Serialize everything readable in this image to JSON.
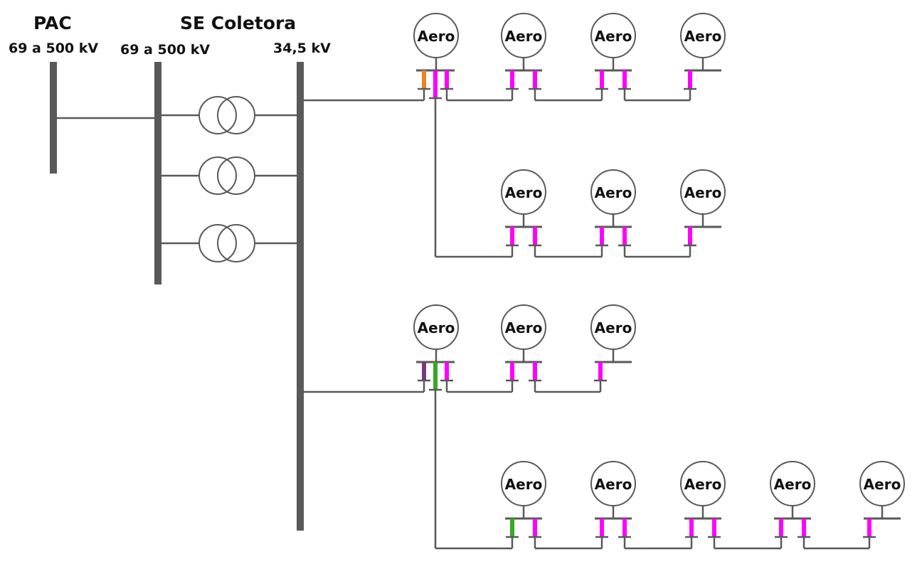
{
  "labels": {
    "pac_title": "PAC",
    "pac_voltage": "69 a 500 kV",
    "se_title": "SE Coletora",
    "se_hv_voltage": "69 a 500 kV",
    "se_mv_voltage": "34,5 kV"
  },
  "colors": {
    "line": "#595959",
    "magenta": "#ff00ff",
    "orange": "#f08020",
    "green": "#33aa22",
    "purple": "#7a3a7a"
  },
  "transformers": 3,
  "feeders": [
    {
      "turbines": [
        {
          "label": "Aero",
          "kind": "hub",
          "switches": [
            "orange",
            "magenta",
            "magenta"
          ]
        },
        {
          "label": "Aero",
          "kind": "mid",
          "switches": [
            "magenta",
            "magenta"
          ]
        },
        {
          "label": "Aero",
          "kind": "mid",
          "switches": [
            "magenta",
            "magenta"
          ]
        },
        {
          "label": "Aero",
          "kind": "end",
          "switches": [
            "magenta"
          ]
        }
      ]
    },
    {
      "turbines": [
        {
          "label": "Aero",
          "kind": "mid",
          "switches": [
            "magenta",
            "magenta"
          ]
        },
        {
          "label": "Aero",
          "kind": "mid",
          "switches": [
            "magenta",
            "magenta"
          ]
        },
        {
          "label": "Aero",
          "kind": "end",
          "switches": [
            "magenta"
          ]
        }
      ]
    },
    {
      "turbines": [
        {
          "label": "Aero",
          "kind": "hub",
          "switches": [
            "purple",
            "green",
            "magenta"
          ]
        },
        {
          "label": "Aero",
          "kind": "mid",
          "switches": [
            "magenta",
            "magenta"
          ]
        },
        {
          "label": "Aero",
          "kind": "end",
          "switches": [
            "magenta"
          ]
        }
      ]
    },
    {
      "turbines": [
        {
          "label": "Aero",
          "kind": "mid",
          "switches": [
            "green",
            "magenta"
          ]
        },
        {
          "label": "Aero",
          "kind": "mid",
          "switches": [
            "magenta",
            "magenta"
          ]
        },
        {
          "label": "Aero",
          "kind": "mid",
          "switches": [
            "magenta",
            "magenta"
          ]
        },
        {
          "label": "Aero",
          "kind": "mid",
          "switches": [
            "magenta",
            "magenta"
          ]
        },
        {
          "label": "Aero",
          "kind": "end",
          "switches": [
            "magenta"
          ]
        }
      ]
    }
  ]
}
